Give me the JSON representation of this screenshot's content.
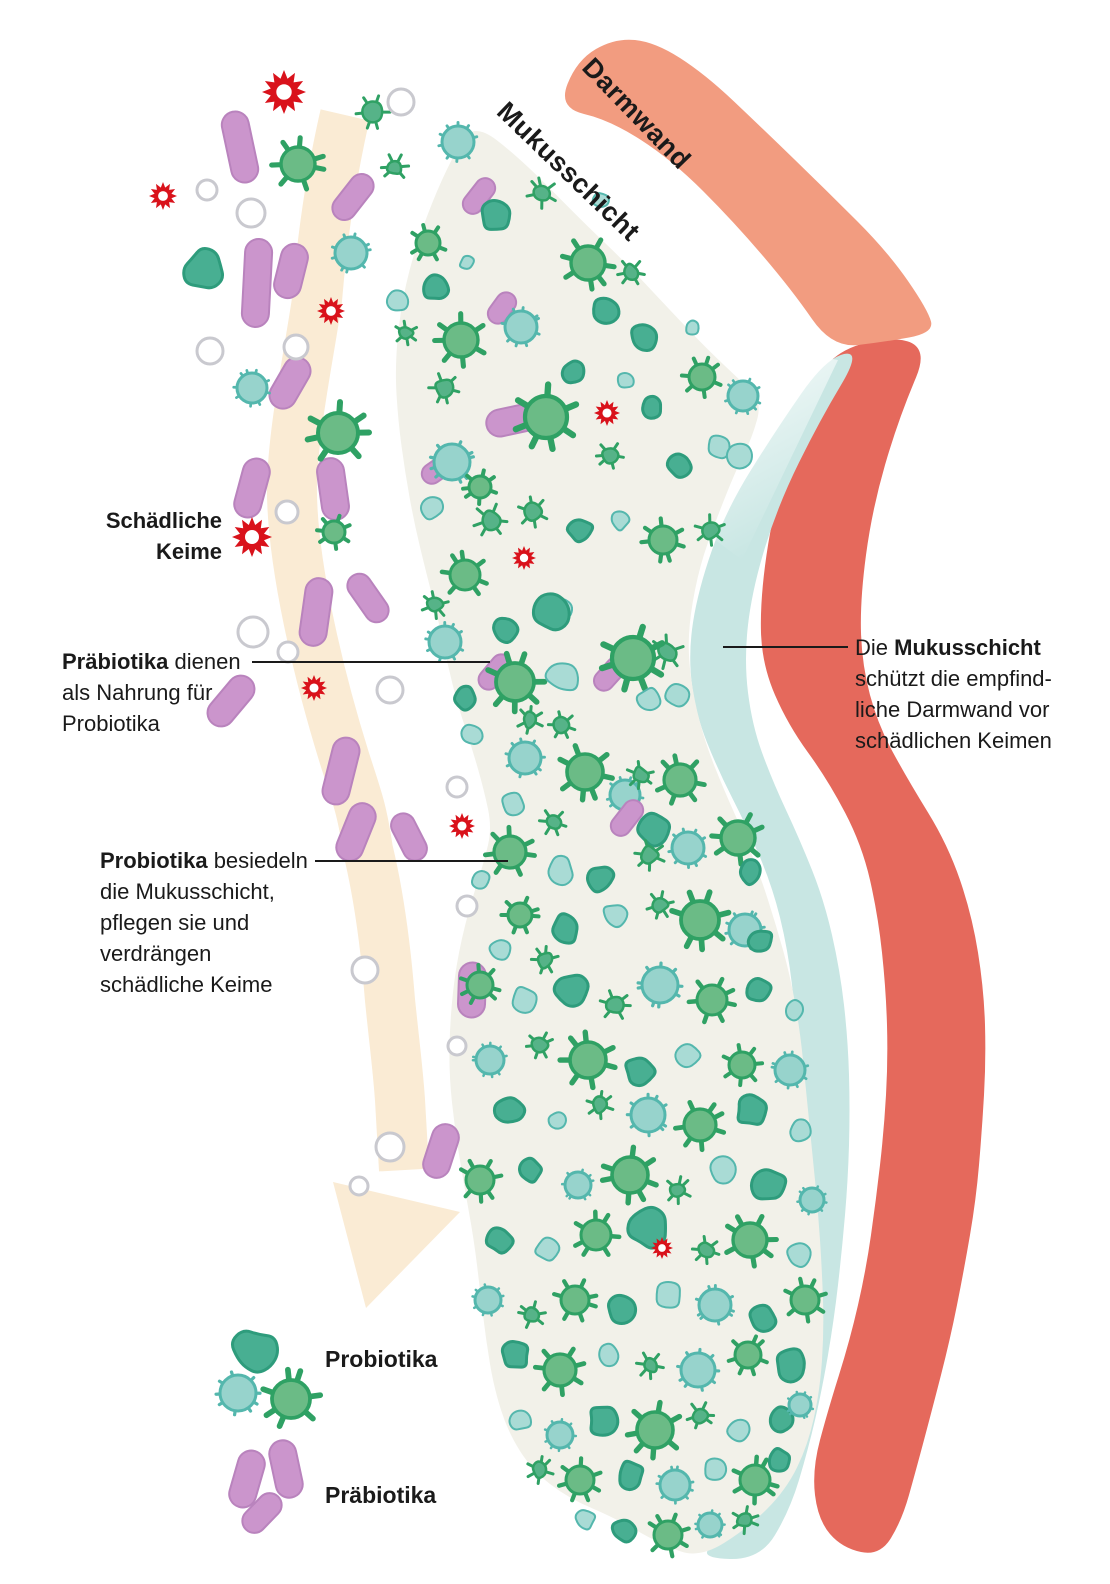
{
  "labels": {
    "darmwand": "Darmwand",
    "mukusschicht": "Mukusschicht",
    "harmful_line1": "Schädliche",
    "harmful_line2": "Keime",
    "legend_probiotika": "Probiotika",
    "legend_praebiotika": "Präbiotika"
  },
  "annotations": {
    "prebiotic": {
      "bold": "Präbiotika",
      "tail": " dienen",
      "lines": [
        "als Nahrung für",
        "Probiotika"
      ]
    },
    "probiotic": {
      "bold": "Probiotika",
      "tail": " besiedeln",
      "lines": [
        "die Mukusschicht,",
        "pflegen sie und",
        "verdrängen",
        "schädliche Keime"
      ]
    },
    "mucus": {
      "pre": "Die ",
      "bold": "Mukusschicht",
      "lines": [
        "schützt die empfind-",
        "liche Darmwand vor",
        "schädlichen Keimen"
      ]
    }
  },
  "colors": {
    "ink": "#1a1a1a",
    "band_salmon": "#F29C80",
    "band_red": "#E5695C",
    "band_teal": "#C8E6E3",
    "mucus": "#F2F1E9",
    "arrow_cream": "#FAEBD4",
    "star_red": "#D9121B",
    "purple": "#CB95CC",
    "purple_dark": "#B983BD",
    "green": "#6BBB86",
    "green_dark": "#2FA164",
    "green_mid": "#56B388",
    "blob": "#48AF92",
    "blob_dark": "#2E9C7C",
    "teal_fill": "#97D3CC",
    "teal_pale": "#A9DBD5",
    "teal_dark": "#54B7AD",
    "circle_stroke": "#C9C9CF"
  },
  "scatter": [
    [
      "R",
      240,
      147,
      72,
      -12
    ],
    [
      "R",
      353,
      197,
      52,
      38
    ],
    [
      "R",
      257,
      283,
      88,
      3
    ],
    [
      "R",
      291,
      271,
      55,
      14
    ],
    [
      "R",
      290,
      383,
      55,
      30
    ],
    [
      "R",
      252,
      488,
      60,
      15
    ],
    [
      "R",
      333,
      489,
      62,
      -8
    ],
    [
      "R",
      316,
      612,
      68,
      8
    ],
    [
      "R",
      368,
      598,
      54,
      -35
    ],
    [
      "R",
      231,
      701,
      58,
      40
    ],
    [
      "R",
      341,
      771,
      68,
      14
    ],
    [
      "R",
      356,
      832,
      60,
      22
    ],
    [
      "R",
      409,
      837,
      50,
      -27
    ],
    [
      "R",
      472,
      990,
      55,
      2
    ],
    [
      "R",
      441,
      1151,
      55,
      18
    ],
    [
      "R",
      247,
      1479,
      58,
      16
    ],
    [
      "R",
      286,
      1469,
      58,
      -12
    ],
    [
      "R",
      262,
      1513,
      46,
      44
    ],
    [
      "S",
      373,
      112,
      10
    ],
    [
      "G",
      298,
      164,
      17
    ],
    [
      "B",
      204,
      270,
      19
    ],
    [
      "T",
      351,
      253,
      16
    ],
    [
      "T",
      252,
      388,
      15
    ],
    [
      "G",
      338,
      433,
      20
    ],
    [
      "G",
      334,
      532,
      11
    ],
    [
      "W",
      401,
      102,
      13
    ],
    [
      "W",
      207,
      190,
      10
    ],
    [
      "W",
      251,
      213,
      14
    ],
    [
      "W",
      296,
      347,
      12
    ],
    [
      "W",
      210,
      351,
      13
    ],
    [
      "W",
      287,
      512,
      11
    ],
    [
      "W",
      253,
      632,
      15
    ],
    [
      "W",
      288,
      652,
      10
    ],
    [
      "W",
      390,
      690,
      13
    ],
    [
      "W",
      457,
      787,
      10
    ],
    [
      "W",
      467,
      906,
      10
    ],
    [
      "W",
      365,
      970,
      13
    ],
    [
      "W",
      457,
      1046,
      9
    ],
    [
      "W",
      390,
      1147,
      14
    ],
    [
      "W",
      359,
      1186,
      9
    ],
    [
      "X",
      284,
      92,
      22
    ],
    [
      "X",
      163,
      196,
      14
    ],
    [
      "X",
      331,
      311,
      14
    ],
    [
      "X",
      252,
      537,
      20
    ],
    [
      "X",
      314,
      688,
      13
    ],
    [
      "B",
      255,
      1352,
      22
    ],
    [
      "T",
      238,
      1393,
      18
    ],
    [
      "G",
      291,
      1399,
      19
    ],
    [
      "T",
      458,
      142,
      16
    ],
    [
      "S",
      395,
      167,
      8
    ],
    [
      "R",
      479,
      196,
      40,
      38
    ],
    [
      "B",
      497,
      216,
      15
    ],
    [
      "S",
      542,
      193,
      9
    ],
    [
      "L",
      600,
      200,
      8
    ],
    [
      "G",
      428,
      243,
      12
    ],
    [
      "L",
      467,
      263,
      7
    ],
    [
      "B",
      436,
      288,
      12
    ],
    [
      "L",
      396,
      302,
      11
    ],
    [
      "G",
      588,
      263,
      17
    ],
    [
      "S",
      631,
      272,
      8
    ],
    [
      "B",
      606,
      310,
      13
    ],
    [
      "B",
      644,
      338,
      15
    ],
    [
      "L",
      692,
      328,
      7
    ],
    [
      "R",
      502,
      308,
      34,
      36
    ],
    [
      "T",
      521,
      327,
      16
    ],
    [
      "G",
      461,
      340,
      17
    ],
    [
      "S",
      406,
      333,
      7
    ],
    [
      "B",
      573,
      372,
      12
    ],
    [
      "S",
      444,
      388,
      9
    ],
    [
      "G",
      702,
      377,
      13
    ],
    [
      "L",
      625,
      380,
      9
    ],
    [
      "T",
      743,
      396,
      15
    ],
    [
      "L",
      718,
      447,
      12
    ],
    [
      "R",
      514,
      420,
      56,
      78
    ],
    [
      "G",
      546,
      417,
      21
    ],
    [
      "X",
      607,
      413,
      13
    ],
    [
      "B",
      652,
      408,
      11
    ],
    [
      "B",
      680,
      465,
      12
    ],
    [
      "L",
      740,
      455,
      12
    ],
    [
      "S",
      610,
      455,
      8
    ],
    [
      "R",
      440,
      468,
      40,
      55
    ],
    [
      "T",
      452,
      462,
      18
    ],
    [
      "L",
      430,
      508,
      12
    ],
    [
      "S",
      490,
      520,
      10
    ],
    [
      "S",
      533,
      512,
      9
    ],
    [
      "G",
      480,
      487,
      11
    ],
    [
      "B",
      580,
      530,
      12
    ],
    [
      "L",
      620,
      520,
      10
    ],
    [
      "G",
      663,
      540,
      14
    ],
    [
      "S",
      710,
      530,
      9
    ],
    [
      "X",
      524,
      558,
      12
    ],
    [
      "G",
      465,
      575,
      15
    ],
    [
      "L",
      560,
      610,
      12
    ],
    [
      "B",
      552,
      612,
      17
    ],
    [
      "B",
      505,
      630,
      12
    ],
    [
      "T",
      445,
      642,
      16
    ],
    [
      "S",
      435,
      605,
      8
    ],
    [
      "R",
      495,
      672,
      40,
      40
    ],
    [
      "G",
      515,
      682,
      19
    ],
    [
      "L",
      563,
      677,
      16
    ],
    [
      "S",
      667,
      652,
      10
    ],
    [
      "R",
      610,
      674,
      38,
      42
    ],
    [
      "G",
      633,
      658,
      21
    ],
    [
      "B",
      465,
      698,
      11
    ],
    [
      "L",
      472,
      735,
      11
    ],
    [
      "S",
      530,
      720,
      8
    ],
    [
      "S",
      562,
      725,
      8
    ],
    [
      "L",
      648,
      700,
      12
    ],
    [
      "L",
      677,
      695,
      12
    ],
    [
      "X",
      462,
      826,
      13
    ],
    [
      "T",
      525,
      758,
      16
    ],
    [
      "G",
      585,
      772,
      18
    ],
    [
      "T",
      625,
      795,
      15
    ],
    [
      "S",
      640,
      775,
      8
    ],
    [
      "G",
      680,
      780,
      16
    ],
    [
      "L",
      513,
      803,
      12
    ],
    [
      "S",
      553,
      822,
      8
    ],
    [
      "R",
      627,
      818,
      40,
      38
    ],
    [
      "B",
      655,
      830,
      16
    ],
    [
      "G",
      510,
      852,
      16
    ],
    [
      "L",
      560,
      870,
      14
    ],
    [
      "B",
      600,
      878,
      13
    ],
    [
      "S",
      650,
      855,
      9
    ],
    [
      "T",
      688,
      848,
      16
    ],
    [
      "G",
      738,
      838,
      17
    ],
    [
      "B",
      750,
      872,
      12
    ],
    [
      "L",
      480,
      880,
      10
    ],
    [
      "G",
      520,
      915,
      12
    ],
    [
      "B",
      565,
      930,
      15
    ],
    [
      "L",
      615,
      915,
      12
    ],
    [
      "S",
      660,
      905,
      8
    ],
    [
      "G",
      700,
      920,
      19
    ],
    [
      "T",
      745,
      930,
      16
    ],
    [
      "B",
      760,
      940,
      12
    ],
    [
      "L",
      500,
      950,
      11
    ],
    [
      "S",
      545,
      960,
      8
    ],
    [
      "G",
      480,
      985,
      13
    ],
    [
      "L",
      525,
      1000,
      13
    ],
    [
      "B",
      572,
      990,
      16
    ],
    [
      "S",
      615,
      1005,
      9
    ],
    [
      "T",
      660,
      985,
      18
    ],
    [
      "G",
      712,
      1000,
      15
    ],
    [
      "B",
      758,
      990,
      13
    ],
    [
      "L",
      795,
      1010,
      10
    ],
    [
      "T",
      490,
      1060,
      14
    ],
    [
      "S",
      540,
      1045,
      8
    ],
    [
      "G",
      588,
      1060,
      18
    ],
    [
      "B",
      640,
      1070,
      14
    ],
    [
      "L",
      688,
      1055,
      12
    ],
    [
      "G",
      742,
      1065,
      13
    ],
    [
      "T",
      790,
      1070,
      15
    ],
    [
      "B",
      510,
      1110,
      15
    ],
    [
      "L",
      558,
      1120,
      10
    ],
    [
      "S",
      600,
      1105,
      8
    ],
    [
      "T",
      648,
      1115,
      17
    ],
    [
      "G",
      700,
      1125,
      16
    ],
    [
      "B",
      752,
      1110,
      16
    ],
    [
      "L",
      800,
      1130,
      11
    ],
    [
      "G",
      480,
      1180,
      14
    ],
    [
      "B",
      530,
      1170,
      12
    ],
    [
      "T",
      578,
      1185,
      13
    ],
    [
      "G",
      630,
      1175,
      18
    ],
    [
      "S",
      678,
      1190,
      8
    ],
    [
      "L",
      722,
      1170,
      14
    ],
    [
      "B",
      770,
      1185,
      17
    ],
    [
      "T",
      812,
      1200,
      12
    ],
    [
      "B",
      500,
      1240,
      13
    ],
    [
      "L",
      548,
      1250,
      12
    ],
    [
      "G",
      596,
      1235,
      15
    ],
    [
      "B",
      648,
      1228,
      19
    ],
    [
      "X",
      662,
      1248,
      11
    ],
    [
      "S",
      706,
      1250,
      8
    ],
    [
      "G",
      750,
      1240,
      17
    ],
    [
      "L",
      798,
      1255,
      12
    ],
    [
      "T",
      488,
      1300,
      13
    ],
    [
      "S",
      532,
      1315,
      8
    ],
    [
      "G",
      575,
      1300,
      14
    ],
    [
      "B",
      622,
      1310,
      14
    ],
    [
      "L",
      668,
      1295,
      13
    ],
    [
      "T",
      715,
      1305,
      16
    ],
    [
      "B",
      762,
      1320,
      13
    ],
    [
      "G",
      805,
      1300,
      14
    ],
    [
      "B",
      515,
      1355,
      14
    ],
    [
      "G",
      560,
      1370,
      16
    ],
    [
      "L",
      608,
      1355,
      11
    ],
    [
      "S",
      650,
      1365,
      8
    ],
    [
      "T",
      698,
      1370,
      17
    ],
    [
      "G",
      748,
      1355,
      13
    ],
    [
      "B",
      792,
      1365,
      15
    ],
    [
      "L",
      520,
      1420,
      11
    ],
    [
      "T",
      560,
      1435,
      13
    ],
    [
      "B",
      605,
      1420,
      16
    ],
    [
      "G",
      655,
      1430,
      18
    ],
    [
      "S",
      700,
      1415,
      8
    ],
    [
      "L",
      740,
      1430,
      12
    ],
    [
      "B",
      782,
      1420,
      13
    ],
    [
      "T",
      800,
      1405,
      11
    ],
    [
      "S",
      540,
      1470,
      8
    ],
    [
      "G",
      580,
      1480,
      14
    ],
    [
      "B",
      630,
      1475,
      13
    ],
    [
      "T",
      675,
      1485,
      15
    ],
    [
      "L",
      715,
      1470,
      11
    ],
    [
      "G",
      755,
      1480,
      15
    ],
    [
      "B",
      780,
      1460,
      11
    ],
    [
      "L",
      585,
      1520,
      10
    ],
    [
      "B",
      625,
      1530,
      12
    ],
    [
      "G",
      668,
      1535,
      14
    ],
    [
      "T",
      710,
      1525,
      12
    ],
    [
      "S",
      745,
      1520,
      8
    ]
  ]
}
